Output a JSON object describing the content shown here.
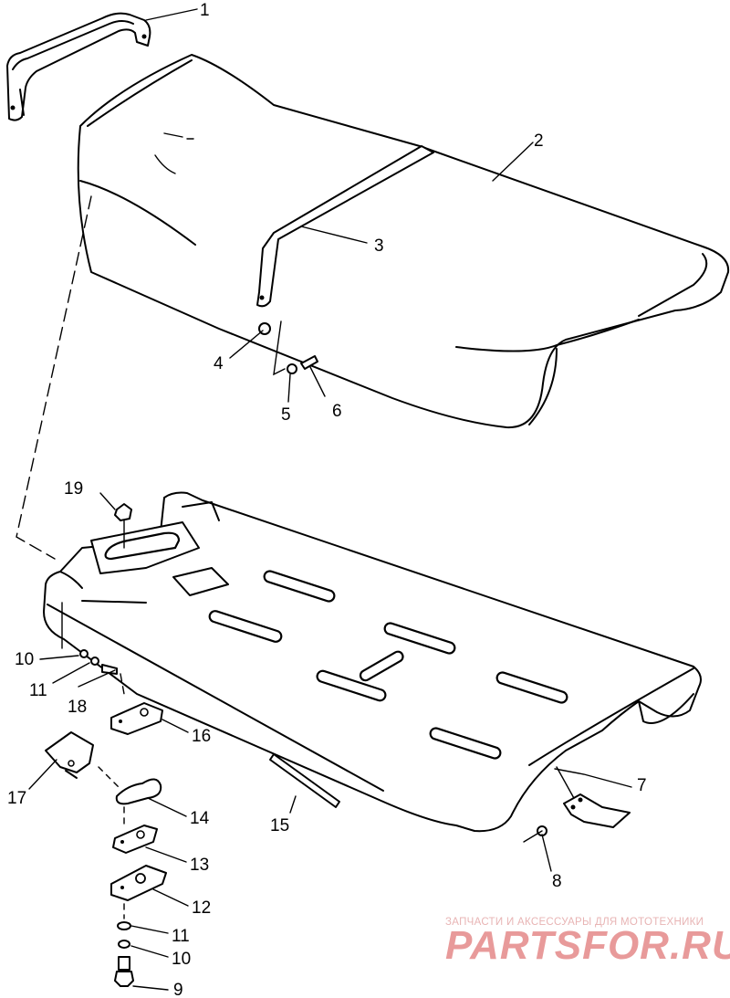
{
  "callouts": {
    "c1": "1",
    "c2": "2",
    "c3": "3",
    "c4": "4",
    "c5": "5",
    "c6": "6",
    "c7": "7",
    "c8": "8",
    "c9": "9",
    "c10a": "10",
    "c10b": "10",
    "c11a": "11",
    "c11b": "11",
    "c12": "12",
    "c13": "13",
    "c14": "14",
    "c15": "15",
    "c16": "16",
    "c17": "17",
    "c18": "18",
    "c19": "19"
  },
  "watermark": {
    "tagline": "ЗАПЧАСТИ И АКСЕССУАРЫ ДЛЯ МОТОТЕХНИКИ",
    "brand": "PARTSFOR.RU",
    "color_light": "#e8b4b4",
    "color_strong": "#e89a9a"
  }
}
